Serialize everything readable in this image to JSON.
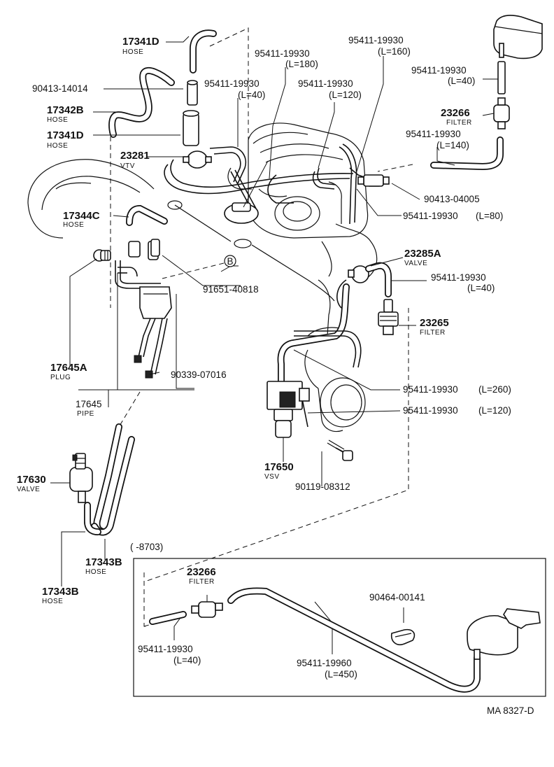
{
  "diagram_code": "MA 8327-D",
  "inset_range": "(      -8703)",
  "circle_marker": "B",
  "labels": {
    "p17341D_top": {
      "num": "17341D",
      "sub": "HOSE"
    },
    "p90413_14014": {
      "num": "90413-14014"
    },
    "p17342B": {
      "num": "17342B",
      "sub": "HOSE"
    },
    "p17341D_mid": {
      "num": "17341D",
      "sub": "HOSE"
    },
    "p23281": {
      "num": "23281",
      "sub": "VTV"
    },
    "p17344C": {
      "num": "17344C",
      "sub": "HOSE"
    },
    "p95411_L180": {
      "num": "95411-19930",
      "len": "(L=180)"
    },
    "p95411_L40a": {
      "num": "95411-19930",
      "len": "(L=40)"
    },
    "p95411_L120a": {
      "num": "95411-19930",
      "len": "(L=120)"
    },
    "p95411_L160": {
      "num": "95411-19930",
      "len": "(L=160)"
    },
    "p95411_L40b": {
      "num": "95411-19930",
      "len": "(L=40)"
    },
    "p23266_top": {
      "num": "23266",
      "sub": "FILTER"
    },
    "p95411_L140": {
      "num": "95411-19930",
      "len": "(L=140)"
    },
    "p90413_04005": {
      "num": "90413-04005"
    },
    "p95411_L80": {
      "num": "95411-19930",
      "len": "(L=80)"
    },
    "p23285A": {
      "num": "23285A",
      "sub": "VALVE"
    },
    "p95411_L40c": {
      "num": "95411-19930",
      "len": "(L=40)"
    },
    "p23265": {
      "num": "23265",
      "sub": "FILTER"
    },
    "p91651_40818": {
      "num": "91651-40818"
    },
    "p17645A": {
      "num": "17645A",
      "sub": "PLUG"
    },
    "p90339_07016": {
      "num": "90339-07016"
    },
    "p17645": {
      "num": "17645",
      "sub": "PIPE"
    },
    "p95411_L260": {
      "num": "95411-19930",
      "len": "(L=260)"
    },
    "p95411_L120b": {
      "num": "95411-19930",
      "len": "(L=120)"
    },
    "p17650": {
      "num": "17650",
      "sub": "VSV"
    },
    "p90119_08312": {
      "num": "90119-08312"
    },
    "p17630": {
      "num": "17630",
      "sub": "VALVE"
    },
    "p17343B_a": {
      "num": "17343B",
      "sub": "HOSE"
    },
    "p17343B_b": {
      "num": "17343B",
      "sub": "HOSE"
    },
    "p23266_inset": {
      "num": "23266",
      "sub": "FILTER"
    },
    "p90464_00141": {
      "num": "90464-00141"
    },
    "p95411_inset_L40": {
      "num": "95411-19930",
      "len": "(L=40)"
    },
    "p95411_19960": {
      "num": "95411-19960",
      "len": "(L=450)"
    }
  }
}
